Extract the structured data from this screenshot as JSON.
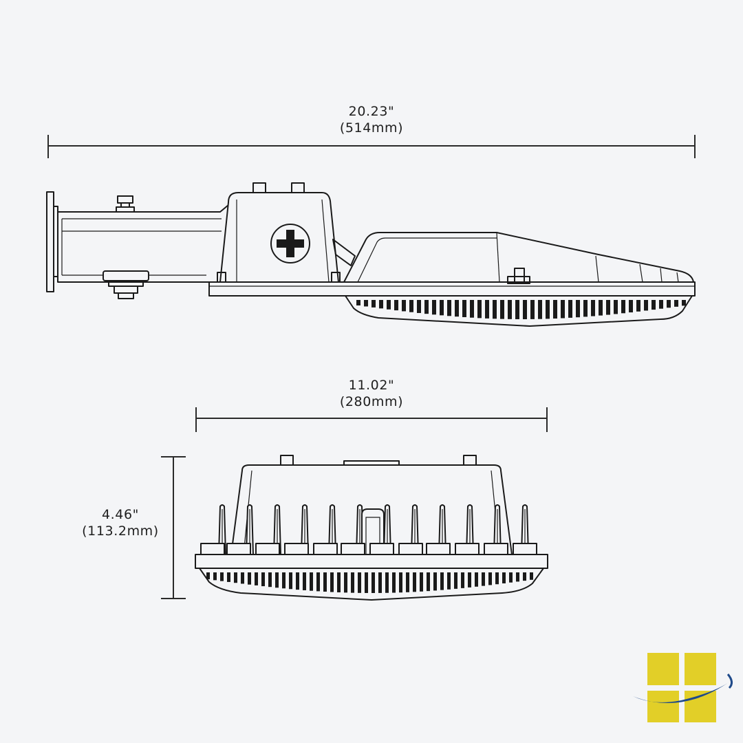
{
  "dimensions": {
    "length": {
      "inches": "20.23\"",
      "mm": "(514mm)"
    },
    "width": {
      "inches": "11.02\"",
      "mm": "(280mm)"
    },
    "height": {
      "inches": "4.46\"",
      "mm": "(113.2mm)"
    }
  },
  "views": [
    "side-view",
    "front-view"
  ],
  "colors": {
    "background": "#f4f5f7",
    "line": "#1a1a1a",
    "logo_yellow": "#e2cf28",
    "logo_swoosh": "#1f4a8a"
  }
}
